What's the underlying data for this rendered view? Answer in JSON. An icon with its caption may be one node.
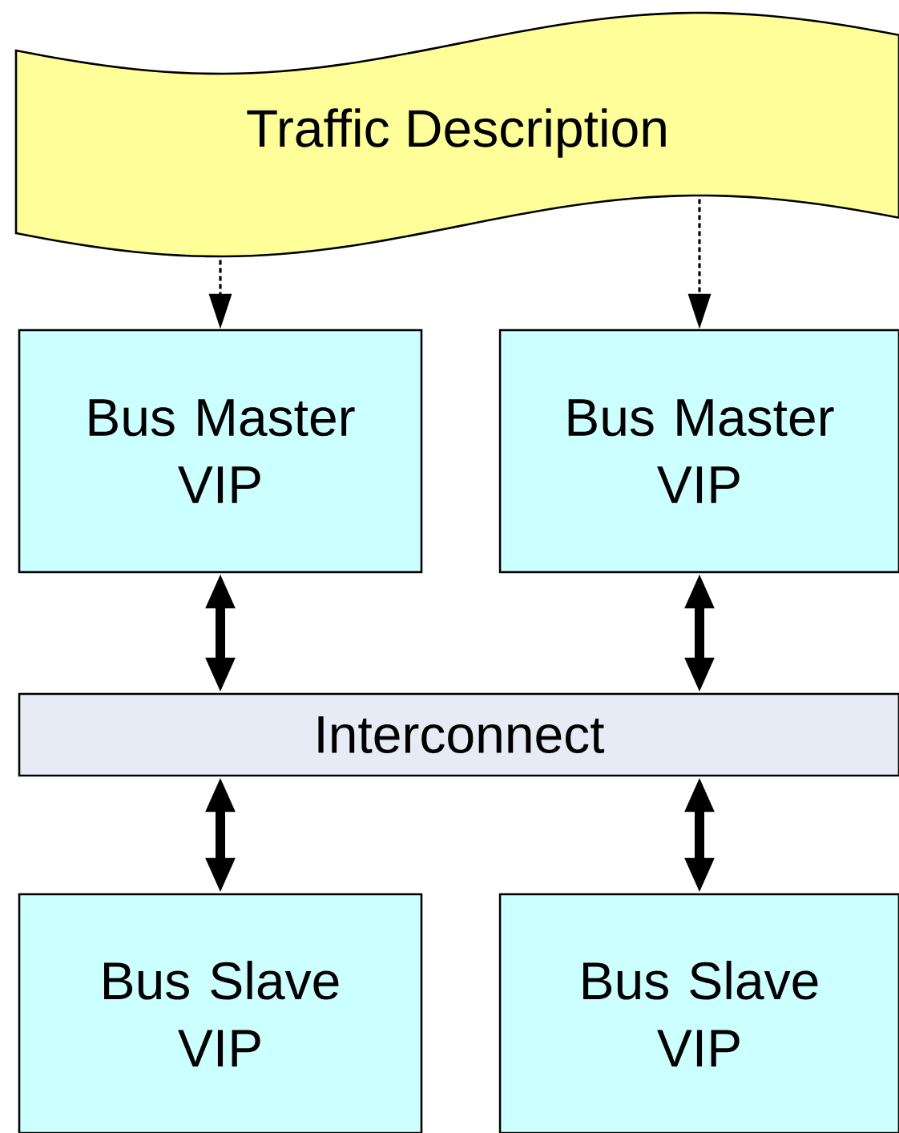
{
  "diagram": {
    "nodes": [
      {
        "text": [
          "Traffic Description"
        ]
      },
      {
        "text": [
          "Bus Master VIP"
        ]
      },
      {
        "text": [
          "Bus Master VIP"
        ]
      },
      {
        "text": [
          "Interconnect"
        ]
      },
      {
        "text": [
          "Bus Slave VIP"
        ]
      },
      {
        "text": [
          "Bus Slave VIP"
        ]
      }
    ],
    "edges": [
      {
        "from": 0,
        "to": 1,
        "arrow": "to",
        "style": "dashed"
      },
      {
        "from": 0,
        "to": 2,
        "arrow": "to",
        "style": "dashed"
      },
      {
        "from": 1,
        "to": 3,
        "arrow": "both"
      },
      {
        "from": 2,
        "to": 3,
        "arrow": "both"
      },
      {
        "from": 3,
        "to": 4,
        "arrow": "both"
      },
      {
        "from": 3,
        "to": 5,
        "arrow": "both"
      }
    ]
  }
}
